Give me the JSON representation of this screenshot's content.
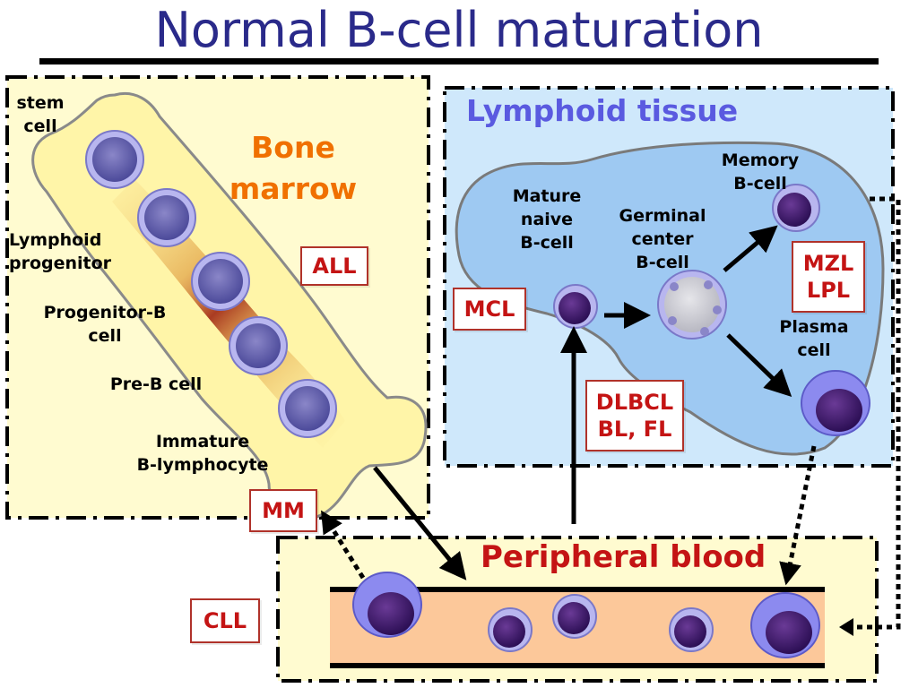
{
  "title": "Normal B-cell maturation",
  "sections": {
    "bone_marrow": "Bone marrow",
    "bone_marrow_line1": "Bone",
    "bone_marrow_line2": "marrow",
    "lymphoid_tissue": "Lymphoid tissue",
    "peripheral_blood": "Peripheral blood"
  },
  "cell_labels": {
    "stem_cell": [
      "stem",
      "cell"
    ],
    "lymphoid_progenitor": [
      "Lymphoid",
      "progenitor"
    ],
    "progenitor_b_cell": [
      "Progenitor-B",
      "cell"
    ],
    "pre_b_cell": [
      "Pre-B cell"
    ],
    "immature_b_lymphocyte": [
      "Immature",
      "B-lymphocyte"
    ],
    "mature_naive_b_cell": [
      "Mature",
      "naive",
      "B-cell"
    ],
    "germinal_center_b_cell": [
      "Germinal",
      "center",
      "B-cell"
    ],
    "memory_b_cell": [
      "Memory",
      "B-cell"
    ],
    "plasma_cell": [
      "Plasma",
      "cell"
    ]
  },
  "disease_boxes": {
    "all": "ALL",
    "mcl": "MCL",
    "mzl_lpl": [
      "MZL",
      "LPL"
    ],
    "dlbcl_bl_fl": [
      "DLBCL",
      "BL, FL"
    ],
    "mm": "MM",
    "cll": "CLL"
  },
  "colors": {
    "title": "#2a2a8a",
    "bone_marrow_label": "#f07000",
    "lymphoid_tissue_label": "#5a5ae0",
    "peripheral_blood_label": "#c41414",
    "disease_text": "#c41414",
    "panel_yellow": "#fffbd0",
    "panel_blue": "#cfe8fb"
  }
}
